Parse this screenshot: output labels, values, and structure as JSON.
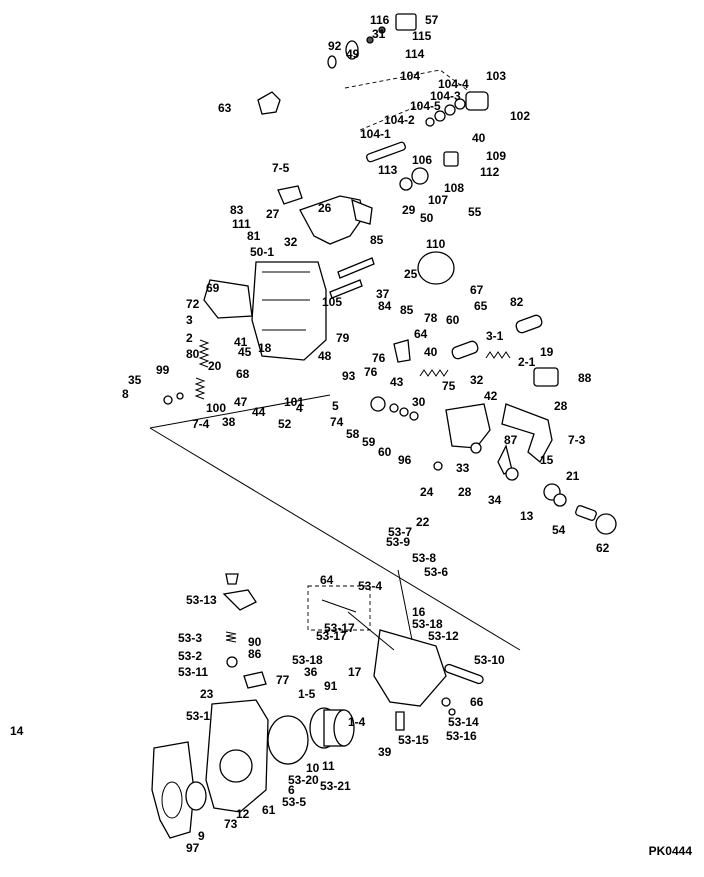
{
  "figure_code": "PK0444",
  "labels": [
    "116",
    "57",
    "31",
    "115",
    "92",
    "49",
    "114",
    "104",
    "103",
    "63",
    "104-4",
    "104-3",
    "102",
    "104-5",
    "104-2",
    "104-1",
    "40",
    "106",
    "109",
    "113",
    "112",
    "108",
    "107",
    "7-5",
    "27",
    "26",
    "29",
    "50",
    "55",
    "83",
    "111",
    "81",
    "32",
    "85",
    "110",
    "50-1",
    "25",
    "37",
    "69",
    "105",
    "67",
    "72",
    "65",
    "84",
    "85",
    "82",
    "3",
    "79",
    "78",
    "60",
    "2",
    "76",
    "64",
    "3-1",
    "80",
    "41",
    "48",
    "76",
    "40",
    "2-1",
    "19",
    "18",
    "43",
    "88",
    "20",
    "45",
    "93",
    "75",
    "32",
    "35",
    "99",
    "68",
    "42",
    "8",
    "100",
    "47",
    "44",
    "101",
    "4",
    "5",
    "30",
    "28",
    "7-4",
    "38",
    "52",
    "74",
    "58",
    "59",
    "60",
    "96",
    "87",
    "7-3",
    "33",
    "15",
    "24",
    "28",
    "34",
    "21",
    "13",
    "54",
    "62",
    "22",
    "53-7",
    "53-9",
    "53-6",
    "53-8",
    "64",
    "53-4",
    "53-13",
    "16",
    "53-18",
    "53-17",
    "53-3",
    "90",
    "53-17",
    "53-12",
    "53-2",
    "86",
    "53-18",
    "53-11",
    "36",
    "53-10",
    "77",
    "17",
    "23",
    "1-5",
    "91",
    "66",
    "53-1",
    "1-4",
    "53-14",
    "53-16",
    "53-15",
    "39",
    "53-20",
    "10",
    "11",
    "53-21",
    "53-5",
    "6",
    "12",
    "61",
    "73",
    "9",
    "97",
    "14"
  ]
}
